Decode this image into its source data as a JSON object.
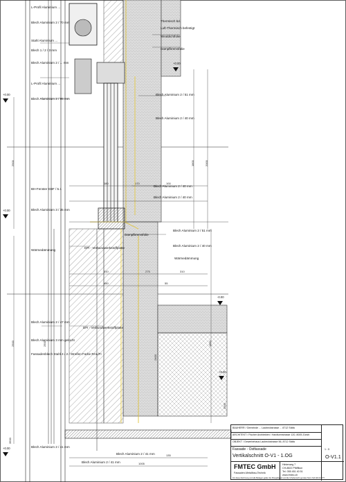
{
  "drawing": {
    "project_line": "Fassade - Ostfassade",
    "title": "Vertikalschnitt O-V1 - 1.OG",
    "plan_no": "O-V1.1",
    "company_name": "FMTEC GmbH",
    "company_sub": "Fassaden-Metallbau-Technik",
    "company_address": [
      "Hinterweg 7",
      "CH-8822 Pfäffikon",
      "Tel. 055 451 40 51",
      "www.fmtec.ch"
    ],
    "rows": [
      "BAUHERR / Gemeinde ... Laubeckstrasse ... 8712 Stäfa",
      "ARCHITEKT / Fischer Architekten / Hardturmstrasse 120, 8005 Zürich",
      "OBJEKT / Gewerbehaus Laubeckstrasse 56, 8712 Stäfa"
    ],
    "scale_label": "1 : 5",
    "footer_note": "Für diese Zeichnung und alle Beilagen gelten die Plangültigkeit und die Urheberrecht gemäss Norm SIA 118 Art.???"
  },
  "annotations": {
    "top_left": [
      "L-Profil Aluminium ...",
      "Blech Aluminium 2 / 70 mm",
      "Stahl Aluminium ...",
      "Blech 1 / 2 / 3 mm",
      "Blech Aluminium 2 / ... mm",
      "L-Profil Aluminium ...",
      "Blech Aluminium 2 / 95 mm"
    ],
    "top_right": [
      "Thermisch bd.",
      "Luft-Thermisch befestigt",
      "Winddichtfolie",
      "Dampfbremsfolie",
      "Blech Aluminium 2 / 51 mm",
      "Blech Aluminium 2 / 40 mm"
    ],
    "middle_left": [
      "BH-Fenster EBF / 5.1",
      "Blech Aluminium 3 / 35 mm",
      "Wärmedämmung"
    ],
    "middle_right": [
      "Blech Aluminium 2 / 40 mm",
      "Blech Aluminium 2 / 40 mm",
      "Blech Aluminium 2 / 51 mm",
      "Blech Aluminium 2 / 40 mm",
      "Wärmedämmung"
    ],
    "center": [
      "Dampfbremsfolie",
      "DFI - Verbundwerkstoffplatte",
      "DFI - Verbundwerkstoffplatte"
    ],
    "lower_left": [
      "Blech Aluminium 2 / 47 mm",
      "Blech Aluminium 3 mm gelocht",
      "Fassadenblech Stahl 4 / 2 / Streifen Farbe RAL/FI",
      "Blech Aluminium 2 / 41 mm"
    ],
    "bottom": [
      "Blech Aluminium 2 / 41 mm",
      "Blech Aluminium 2 / 41 mm"
    ]
  },
  "levels": [
    "+0.00",
    "+0.00",
    "+0.00",
    "+0.00",
    "-0.00",
    "+0.00"
  ],
  "dimensions": [
    "2500",
    "2500",
    "1800",
    "2000",
    "1800",
    "2500",
    "3500",
    "180",
    "170",
    "100",
    "310",
    "275",
    "310",
    "450",
    "55",
    "1005",
    "135",
    "2400",
    "1000"
  ]
}
